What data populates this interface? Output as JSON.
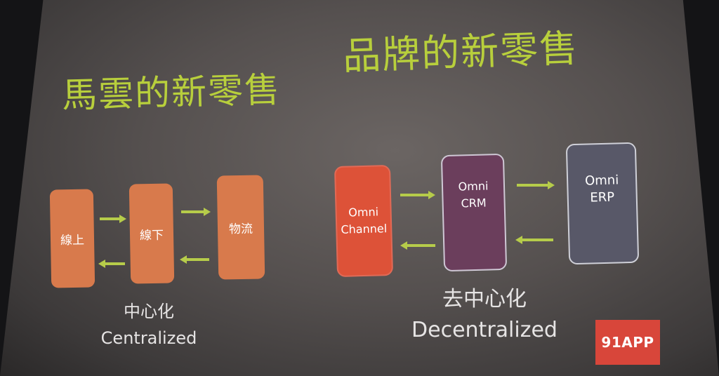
{
  "slide": {
    "left_title": "馬雲的新零售",
    "right_title": "品牌的新零售",
    "left_boxes": [
      "線上",
      "線下",
      "物流"
    ],
    "left_caption_zh": "中心化",
    "left_caption_en": "Centralized",
    "right_boxes": [
      {
        "line1": "Omni",
        "line2": "Channel"
      },
      {
        "line1": "Omni",
        "line2": "CRM"
      },
      {
        "line1": "Omni",
        "line2": "ERP"
      }
    ],
    "right_caption_zh": "去中心化",
    "right_caption_en": "Decentralized",
    "logo": "91APP"
  },
  "colors": {
    "title_green": "#b8cf3c",
    "arrow_green": "#b6cc4a",
    "orange_box": "#d87a4c",
    "red_box": "#dd5238",
    "purple_box": "#6b3e5c",
    "gray_box": "#585868",
    "logo_red": "#d8463a"
  }
}
